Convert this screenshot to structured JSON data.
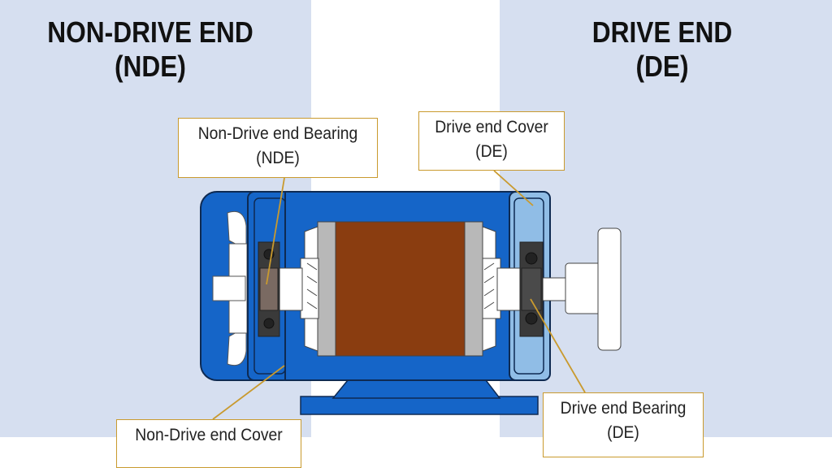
{
  "headings": {
    "non_drive_end": {
      "line1": "NON-DRIVE END",
      "line2": "(NDE)"
    },
    "drive_end": {
      "line1": "DRIVE END",
      "line2": "(DE)"
    }
  },
  "callouts": {
    "non_drive_end_bearing": {
      "line1": "Non-Drive end Bearing",
      "line2": "(NDE)"
    },
    "drive_end_cover": {
      "line1": "Drive end Cover",
      "line2": "(DE)"
    },
    "drive_end_bearing": {
      "line1": "Drive end Bearing",
      "line2": "(DE)"
    },
    "non_drive_end_cover": {
      "line1": "Non-Drive end Cover"
    }
  },
  "colors": {
    "background_band": "#d6dff0",
    "motor_body": "#1565c8",
    "motor_outline": "#0e2a52",
    "rotor": "#8a3d10",
    "de_cover": "#90bde6",
    "callout_border": "#c99a2e"
  }
}
